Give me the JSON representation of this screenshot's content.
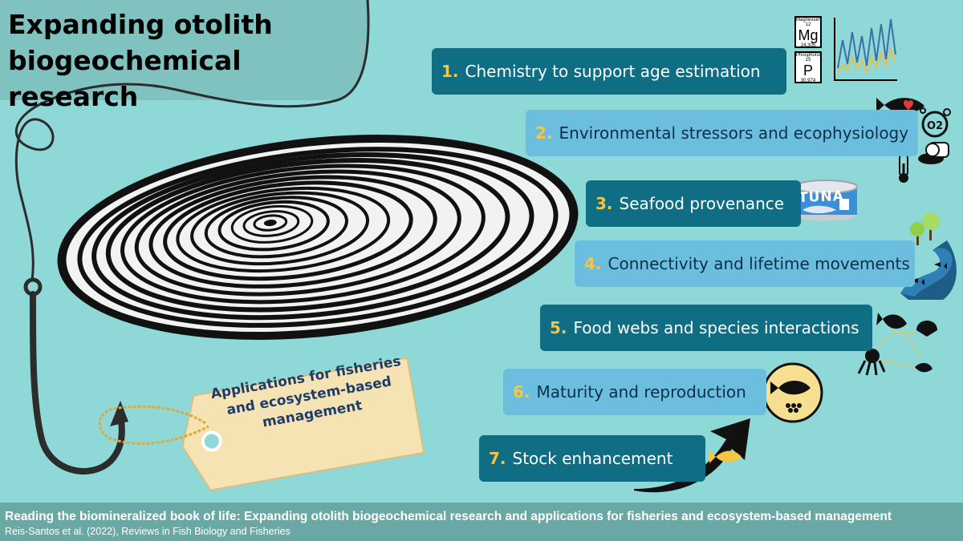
{
  "title": {
    "line1": "Expanding otolith",
    "line2": "biogeochemical research"
  },
  "tag": {
    "text": "Applications for fisheries and ecosystem-based management"
  },
  "applications": [
    {
      "number": "1.",
      "label": "Chemistry to support age estimation",
      "icon": "mg-p-chart-icon"
    },
    {
      "number": "2.",
      "label": "Environmental stressors and ecophysiology",
      "icon": "stressors-icon"
    },
    {
      "number": "3.",
      "label": "Seafood provenance",
      "icon": "tuna-can-icon"
    },
    {
      "number": "4.",
      "label": "Connectivity and lifetime movements",
      "icon": "river-icon"
    },
    {
      "number": "5.",
      "label": "Food webs and species interactions",
      "icon": "food-web-icon"
    },
    {
      "number": "6.",
      "label": "Maturity and reproduction",
      "icon": "fish-eggs-icon"
    },
    {
      "number": "7.",
      "label": "Stock enhancement",
      "icon": "fish-arrow-icon"
    }
  ],
  "elements": {
    "mg": {
      "name": "Magnesium",
      "number": "12",
      "symbol": "Mg",
      "mass": "24.305"
    },
    "p": {
      "name": "Phosphorus",
      "number": "15",
      "symbol": "P",
      "mass": "30.974"
    }
  },
  "tuna_can_label": "TUNA",
  "o2_label": "O2",
  "footer": {
    "title": "Reading the biomineralized book of life: Expanding otolith biogeochemical research and applications for fisheries and ecosystem-based management",
    "citation": "Reis-Santos et al. (2022), Reviews in Fish Biology and Fisheries"
  },
  "colors": {
    "background": "#8ed8d8",
    "title_panel": "#7fc2c0",
    "banner_dark": "#0f6d84",
    "banner_light": "#6cbede",
    "number_yellow": "#f6c541",
    "tag": "#f5e3b3",
    "footer": "#6aa8a6"
  }
}
